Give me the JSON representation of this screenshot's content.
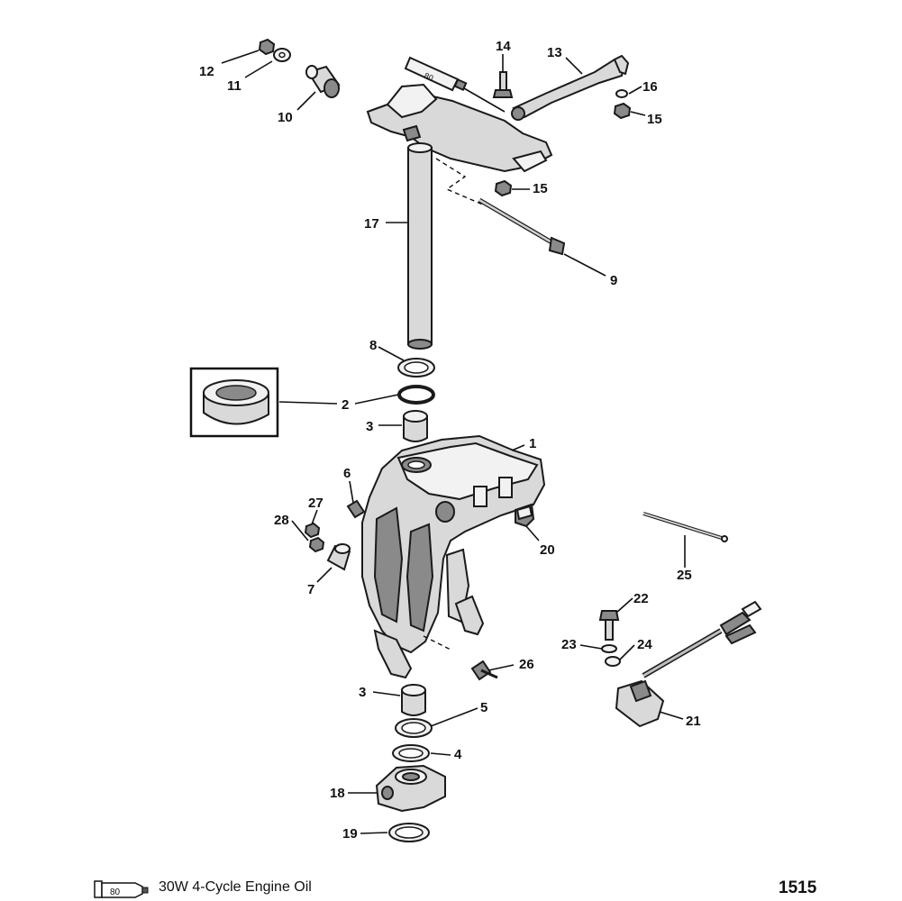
{
  "diagram": {
    "callouts": [
      {
        "id": "c12",
        "label": "12"
      },
      {
        "id": "c11",
        "label": "11"
      },
      {
        "id": "c10",
        "label": "10"
      },
      {
        "id": "c14",
        "label": "14"
      },
      {
        "id": "c13",
        "label": "13"
      },
      {
        "id": "c16",
        "label": "16"
      },
      {
        "id": "c15a",
        "label": "15"
      },
      {
        "id": "c15b",
        "label": "15"
      },
      {
        "id": "c17",
        "label": "17"
      },
      {
        "id": "c9",
        "label": "9"
      },
      {
        "id": "c8",
        "label": "8"
      },
      {
        "id": "c2",
        "label": "2"
      },
      {
        "id": "c3a",
        "label": "3"
      },
      {
        "id": "c1",
        "label": "1"
      },
      {
        "id": "c6",
        "label": "6"
      },
      {
        "id": "c27",
        "label": "27"
      },
      {
        "id": "c28",
        "label": "28"
      },
      {
        "id": "c20",
        "label": "20"
      },
      {
        "id": "c25",
        "label": "25"
      },
      {
        "id": "c7",
        "label": "7"
      },
      {
        "id": "c22",
        "label": "22"
      },
      {
        "id": "c23",
        "label": "23"
      },
      {
        "id": "c24",
        "label": "24"
      },
      {
        "id": "c26",
        "label": "26"
      },
      {
        "id": "c3b",
        "label": "3"
      },
      {
        "id": "c5",
        "label": "5"
      },
      {
        "id": "c21",
        "label": "21"
      },
      {
        "id": "c4",
        "label": "4"
      },
      {
        "id": "c18",
        "label": "18"
      },
      {
        "id": "c19",
        "label": "19"
      }
    ],
    "lubricant_code": "80",
    "legend_text": "30W 4-Cycle Engine Oil",
    "page_number": "1515"
  }
}
